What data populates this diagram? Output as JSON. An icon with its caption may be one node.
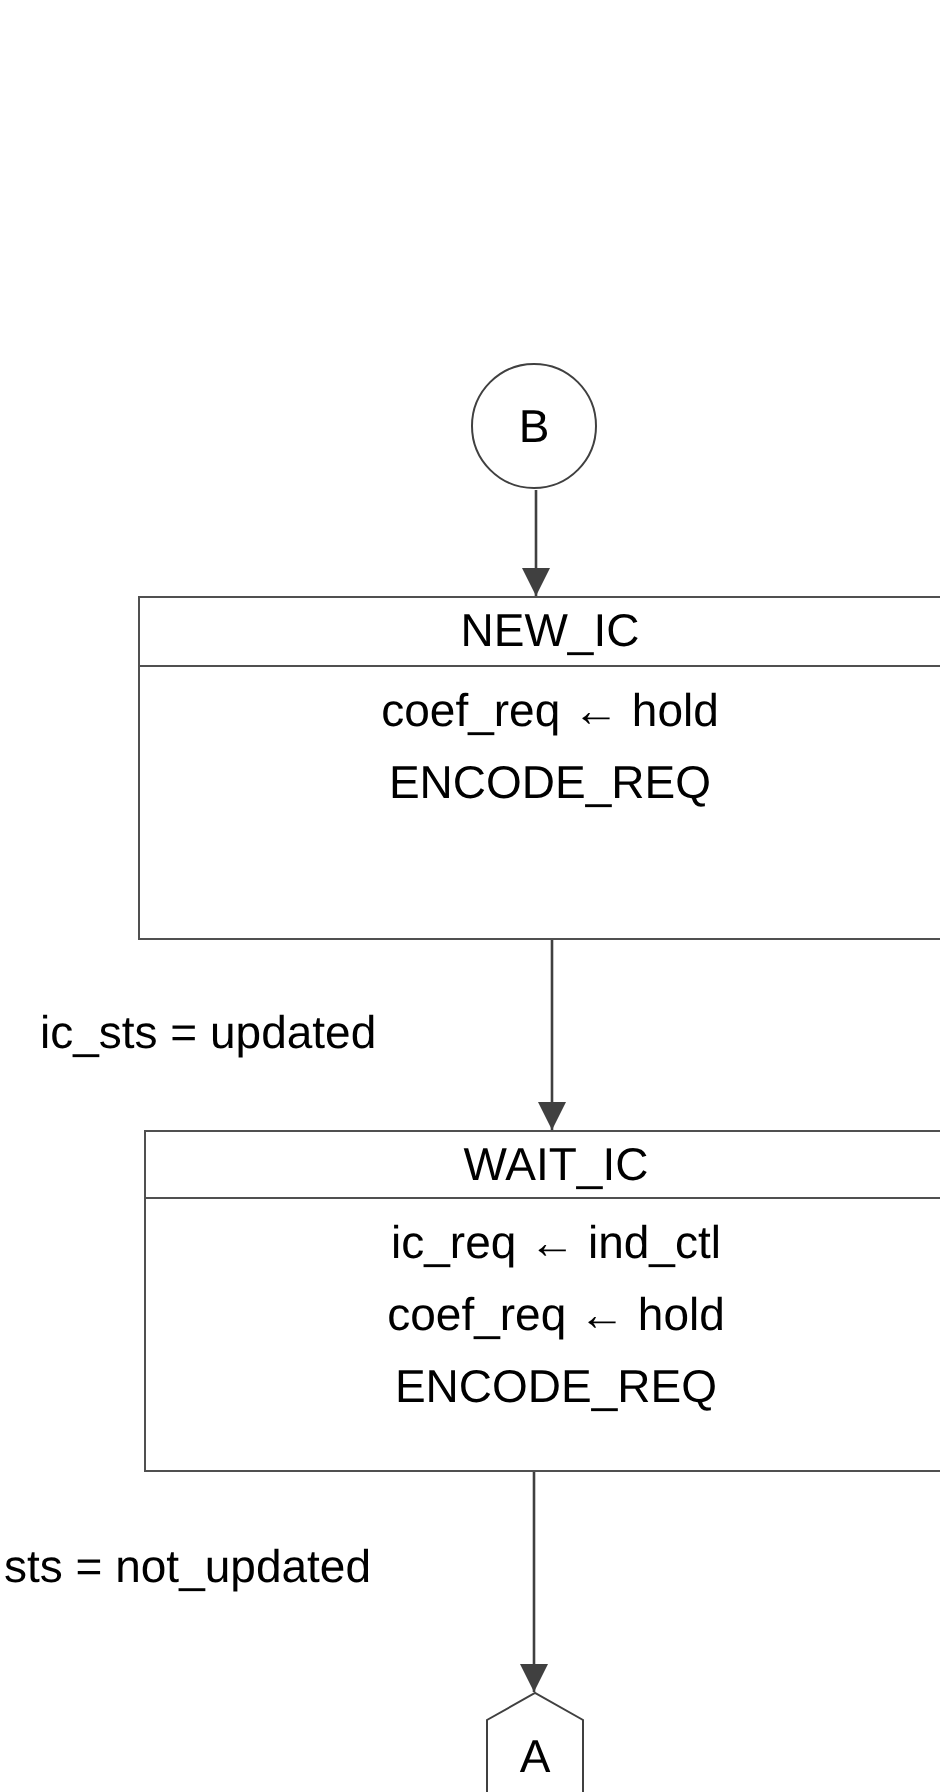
{
  "diagram": {
    "nodes": [
      {
        "text": [
          "B"
        ]
      },
      {
        "text": [
          "NEW_IC",
          "coef_req ← hold",
          "ENCODE_REQ"
        ]
      },
      {
        "text": [
          "WAIT_IC",
          "ic_req ← ind_ctl",
          "coef_req ← hold",
          "ENCODE_REQ"
        ]
      },
      {
        "text": [
          "A"
        ]
      }
    ],
    "edges": [
      {
        "from": 0,
        "to": 1,
        "arrow": "to"
      },
      {
        "from": 1,
        "to": 2,
        "arrow": "to",
        "label": "ic_sts = updated"
      },
      {
        "from": 2,
        "to": 3,
        "arrow": "to",
        "label": "sts = not_updated"
      }
    ]
  }
}
